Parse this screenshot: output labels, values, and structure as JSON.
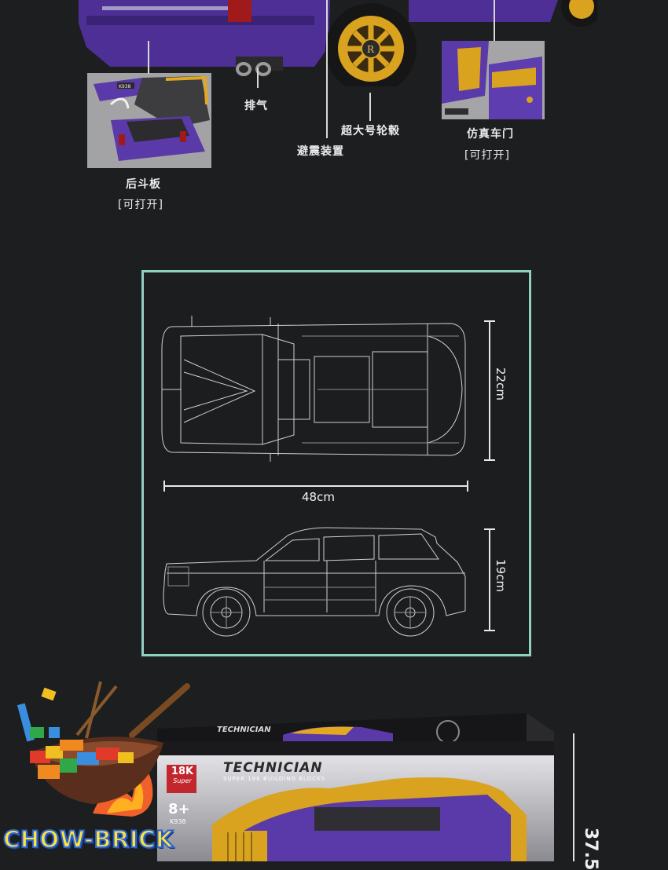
{
  "callouts": {
    "tailgate": {
      "title": "后斗板",
      "note": "[可打开]"
    },
    "exhaust": "排气",
    "suspension": "避震装置",
    "wheel_hub": "超大号轮毂",
    "door": {
      "title": "仿真车门",
      "note": "[可打开]"
    }
  },
  "dimensions": {
    "width": "22cm",
    "length": "48cm",
    "height": "19cm"
  },
  "box": {
    "series": "TECHNICIAN",
    "subseries": "SUPER 18K BUILDING BLOCKS",
    "brand": "18K",
    "brand_sub": "Super",
    "age": "8+",
    "model": "K938",
    "header_band": "TECHNICIAN",
    "side_measure": "37.5"
  },
  "plate_text": "K938",
  "logo": {
    "text": "CHOW-BRICK"
  },
  "colors": {
    "background": "#1c1e20",
    "frame": "#8fd0c2",
    "car_purple": "#5a3aa8",
    "car_gold": "#e2a820"
  }
}
